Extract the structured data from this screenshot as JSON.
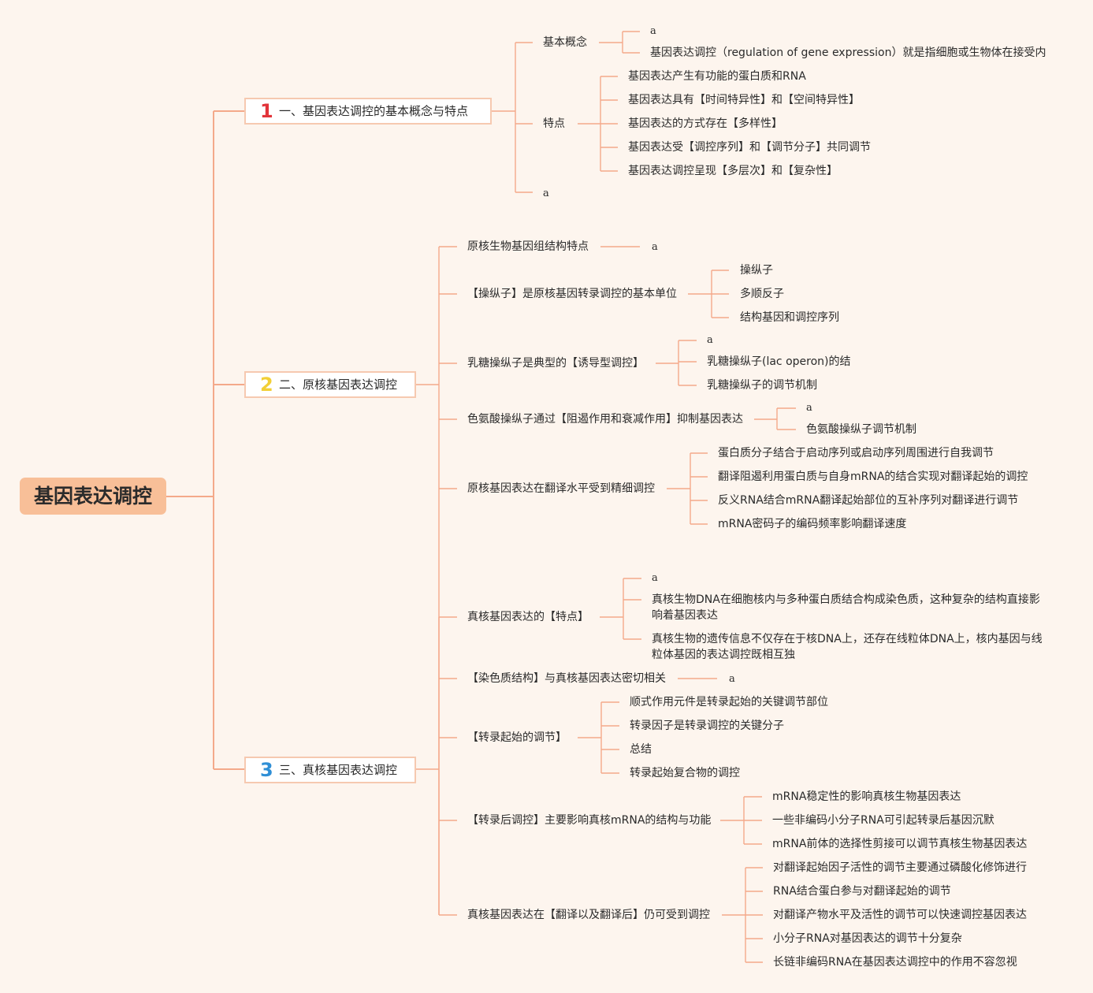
{
  "root": {
    "label": "基因表达调控"
  },
  "branches": [
    {
      "number": "1",
      "number_color": "#e2343a",
      "label": "一、基因表达调控的基本概念与特点",
      "children": [
        {
          "label": "基本概念",
          "children": [
            {
              "label": "a"
            },
            {
              "label": "基因表达调控（regulation of gene expression）就是指细胞或生物体在接受内"
            }
          ]
        },
        {
          "label": "特点",
          "children": [
            {
              "label": "基因表达产生有功能的蛋白质和RNA"
            },
            {
              "label": "基因表达具有【时间特异性】和【空间特异性】"
            },
            {
              "label": "基因表达的方式存在【多样性】"
            },
            {
              "label": "基因表达受【调控序列】和【调节分子】共同调节"
            },
            {
              "label": "基因表达调控呈现【多层次】和【复杂性】"
            }
          ]
        },
        {
          "label": "a"
        }
      ]
    },
    {
      "number": "2",
      "number_color": "#f2cf36",
      "label": "二、原核基因表达调控",
      "children": [
        {
          "label": "原核生物基因组结构特点",
          "children": [
            {
              "label": "a"
            }
          ]
        },
        {
          "label": "【操纵子】是原核基因转录调控的基本单位",
          "children": [
            {
              "label": "操纵子"
            },
            {
              "label": "多顺反子"
            },
            {
              "label": "结构基因和调控序列"
            }
          ]
        },
        {
          "label": "乳糖操纵子是典型的【诱导型调控】",
          "children": [
            {
              "label": "a"
            },
            {
              "label": "乳糖操纵子(lac operon)的结"
            },
            {
              "label": "乳糖操纵子的调节机制"
            }
          ]
        },
        {
          "label": "色氨酸操纵子通过【阻遏作用和衰减作用】抑制基因表达",
          "children": [
            {
              "label": "a"
            },
            {
              "label": "色氨酸操纵子调节机制"
            }
          ]
        },
        {
          "label": "原核基因表达在翻译水平受到精细调控",
          "children": [
            {
              "label": "蛋白质分子结合于启动序列或启动序列周围进行自我调节"
            },
            {
              "label": "翻译阻遏利用蛋白质与自身mRNA的结合实现对翻译起始的调控"
            },
            {
              "label": "反义RNA结合mRNA翻译起始部位的互补序列对翻译进行调节"
            },
            {
              "label": "mRNA密码子的编码频率影响翻译速度"
            }
          ]
        }
      ]
    },
    {
      "number": "3",
      "number_color": "#2f8fd6",
      "label": "三、真核基因表达调控",
      "children": [
        {
          "label": "真核基因表达的【特点】",
          "children": [
            {
              "label": "a"
            },
            {
              "label": "真核生物DNA在细胞核内与多种蛋白质结合构成染色质，这种复杂的结构直接影响着基因表达"
            },
            {
              "label": "真核生物的遗传信息不仅存在于核DNA上，还存在线粒体DNA上，核内基因与线粒体基因的表达调控既相互独"
            }
          ]
        },
        {
          "label": "【染色质结构】与真核基因表达密切相关",
          "children": [
            {
              "label": "a"
            }
          ]
        },
        {
          "label": "【转录起始的调节】",
          "children": [
            {
              "label": "顺式作用元件是转录起始的关键调节部位"
            },
            {
              "label": "转录因子是转录调控的关键分子"
            },
            {
              "label": "总结"
            },
            {
              "label": "转录起始复合物的调控"
            }
          ]
        },
        {
          "label": "【转录后调控】主要影响真核mRNA的结构与功能",
          "children": [
            {
              "label": "mRNA稳定性的影响真核生物基因表达"
            },
            {
              "label": "一些非编码小分子RNA可引起转录后基因沉默"
            },
            {
              "label": "mRNA前体的选择性剪接可以调节真核生物基因表达"
            }
          ]
        },
        {
          "label": "真核基因表达在【翻译以及翻译后】仍可受到调控",
          "children": [
            {
              "label": "对翻译起始因子活性的调节主要通过磷酸化修饰进行"
            },
            {
              "label": "RNA结合蛋白参与对翻译起始的调节"
            },
            {
              "label": "对翻译产物水平及活性的调节可以快速调控基因表达"
            },
            {
              "label": "小分子RNA对基因表达的调节十分复杂"
            },
            {
              "label": "长链非编码RNA在基因表达调控中的作用不容忽视"
            }
          ]
        }
      ]
    }
  ]
}
